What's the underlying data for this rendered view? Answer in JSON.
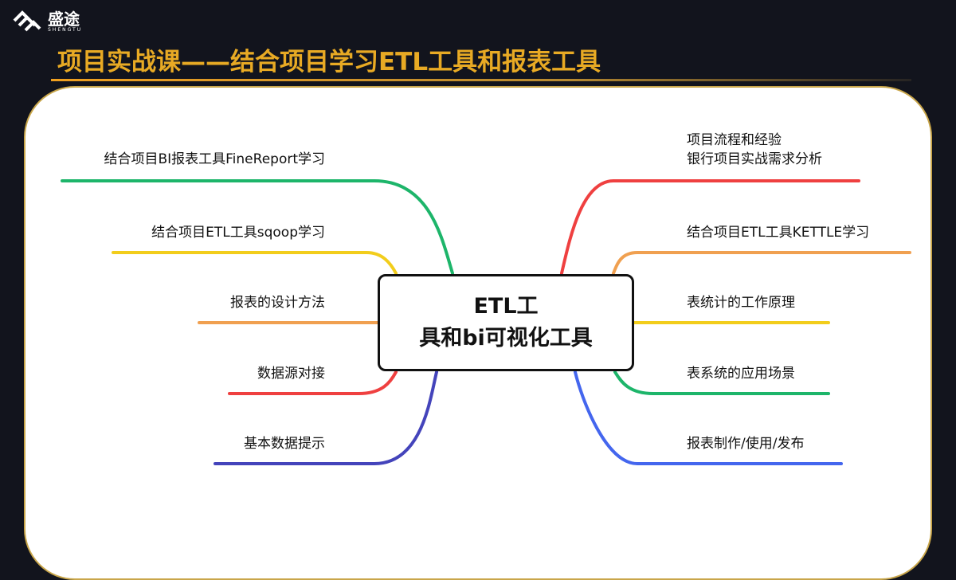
{
  "logo": {
    "name": "盛途",
    "sub": "SHENGTU"
  },
  "title": "项目实战课——结合项目学习ETL工具和报表工具",
  "center": {
    "line1": "ETL工",
    "line2": "具和bi可视化工具"
  },
  "left": [
    "结合项目BI报表工具FineReport学习",
    "结合项目ETL工具sqoop学习",
    "报表的设计方法",
    "数据源对接",
    "基本数据提示"
  ],
  "right": [
    [
      "项目流程和经验",
      "银行项目实战需求分析"
    ],
    "结合项目ETL工具KETTLE学习",
    "表统计的工作原理",
    "表系统的应用场景",
    "报表制作/使用/发布"
  ],
  "colors": {
    "green": "#1db56a",
    "yellow": "#f2cd1c",
    "orange": "#f0a050",
    "red": "#ef4040",
    "indigo": "#4444bb",
    "blue": "#4466ee",
    "gold": "#e8aa24"
  }
}
